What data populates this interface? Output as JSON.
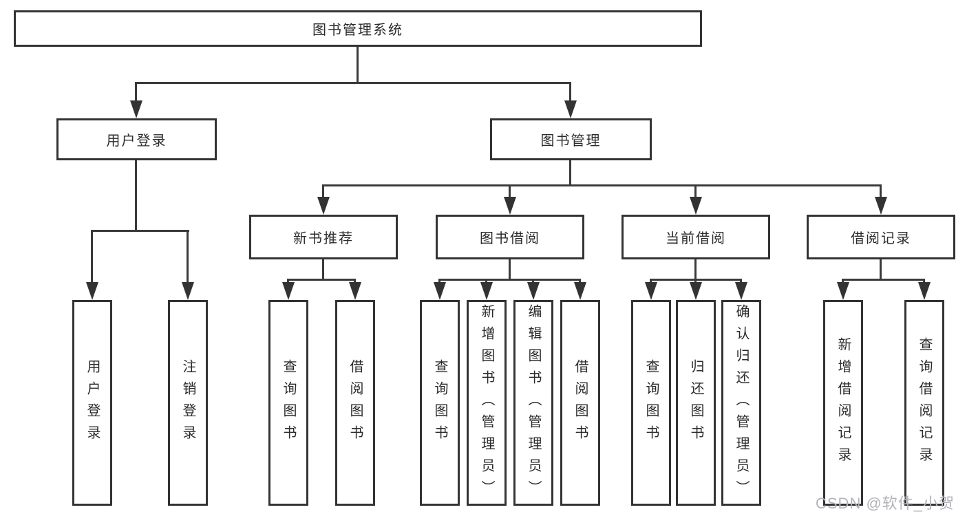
{
  "title": "图书管理系统",
  "tree": {
    "label": "图书管理系统",
    "children": [
      {
        "label": "用户登录",
        "children": [
          {
            "label": "用户登录"
          },
          {
            "label": "注销登录"
          }
        ]
      },
      {
        "label": "图书管理",
        "children": [
          {
            "label": "新书推荐",
            "children": [
              {
                "label": "查询图书"
              },
              {
                "label": "借阅图书"
              }
            ]
          },
          {
            "label": "图书借阅",
            "children": [
              {
                "label": "查询图书"
              },
              {
                "label": "新增图书（管理员）"
              },
              {
                "label": "编辑图书（管理员）"
              },
              {
                "label": "借阅图书"
              }
            ]
          },
          {
            "label": "当前借阅",
            "children": [
              {
                "label": "查询图书"
              },
              {
                "label": "归还图书"
              },
              {
                "label": "确认归还（管理员）"
              }
            ]
          },
          {
            "label": "借阅记录",
            "children": [
              {
                "label": "新增借阅记录"
              },
              {
                "label": "查询借阅记录"
              }
            ]
          }
        ]
      }
    ]
  },
  "watermark": "CSDN @软件_小贺同学",
  "colors": {
    "line": "#3a3a3a",
    "border": "#333333",
    "text": "#2b2b2b",
    "background": "#ffffff",
    "watermark": "#b3b3bb"
  }
}
